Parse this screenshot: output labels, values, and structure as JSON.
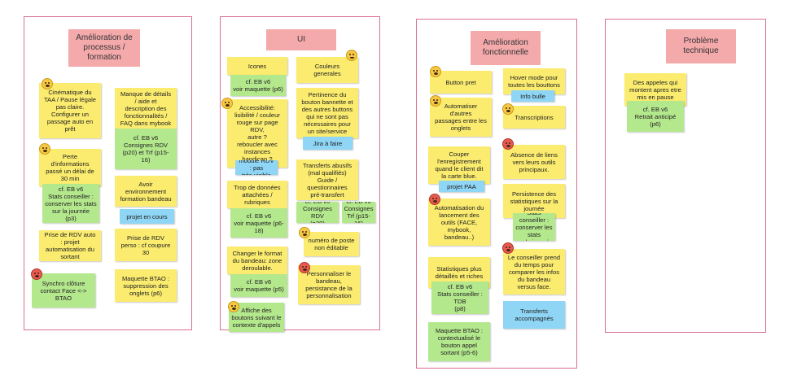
{
  "columns": [
    {
      "title": "Amélioration de\nprocessus /\nformation"
    },
    {
      "title": "UI"
    },
    {
      "title": "Amélioration\nfonctionnelle"
    },
    {
      "title": "Problème\ntechnique"
    }
  ],
  "notes": {
    "c1": [
      "Cinématique du\nTAA / Pause légale\npas claire.\nConfigurer un\npassage auto en\nprêt",
      "Manque de détails\n/ aide et\ndescription des\nfonctionnalités /\nFAQ dans mybook",
      "cf. EB v6\nConsignes RDV\n(p20) et Trf (p15-\n16)",
      "Perte\nd'informations\npassé un délai de\n30 min",
      "Avoir\nenvironnement\nformation bandeau",
      "projet en cours",
      "cf. EB v6\nStats conseiller :\nconserver les stats\nsur la journée\n(p3)",
      "Prise de RDV auto\n: projet\nautomatisation du\nsortant",
      "Prise de RDV\nperso : cf coupure\n30",
      "Synchro clôture\ncontact Face <->\nBTAO",
      "Maquette BTAO :\nsuppression des\nonglets (p6)"
    ],
    "c2": [
      "Icones",
      "Couleurs\ngenerales",
      "cf. EB v6\nvoir maquette (p6)",
      "Accessibilité:\nlisibilité / couleur\nrouge sur page\nRDV,\nautre ?\nreboucler avec\ninstances\nhandicap ?",
      "Pertinence du\nbouton bannette et\ndes autres buttons\nqui ne sont pas\nnécessaires pour\nun site/service",
      "Jira à faire",
      "module RDV : pas\ntrès visible",
      "Transferts abusifs\n(mal qualifiés)\nGuide /\nquestionnaires\npré-transfert",
      "Trop de données\nattachées /\nrubriques",
      "cf. EB v6\nConsignes RDV\n(p20)",
      "cf. EB v6\nConsignes\nTrf (p15-16)",
      "cf. EB v6\nvoir maquette (p6-\n18)",
      "numéro de poste\nnon éditable",
      "Changer le format\ndu bandeau: zone\nderoulable.",
      "Personnaliser le\nbandeau,\npersistance de la\npersonnalisation",
      "cf. EB v6\nvoir maquette (p5)",
      "Affiche des\nboutons suivant le\ncontexte d'appels"
    ],
    "c3": [
      "Button pret",
      "Hover mode pour\ntoutes les bouttons",
      "Info bulle",
      "Automatiser\nd'autres\npassages entre les\nonglets",
      "Transcriptions",
      "Couper\nl'enregistrement\nquand le client dit\nla carte blue.",
      "projet PAA",
      "Absence de liens\nvers leurs outils\nprincipaux.",
      "Automatisation du\nlancement des\noutils (FACE,\nmybook,\nbandeau..)",
      "Persistence des\nstatistiques sur la\njournée",
      "cf. EB v6\nStats conseiller :\nconserver les stats\nsur la journée\n(p3)",
      "Statistiques plus\ndétaillés et riches",
      "Le conseiller prend\ndu temps pour\ncomparer les infos\ndu bandeau\nversus face.",
      "cf. EB v6\nStats conseiller :\nTDB\n(p8)",
      "Transferts\naccompagnés",
      "Maquette BTAO :\ncontextualisé le\nbouton appel\nsortant (p5-6)"
    ],
    "c4": [
      "Des appeles qui\nmontent apres etre\nmis en pause",
      "cf. EB v6\nRetrait anticipé\n(p6)"
    ]
  }
}
